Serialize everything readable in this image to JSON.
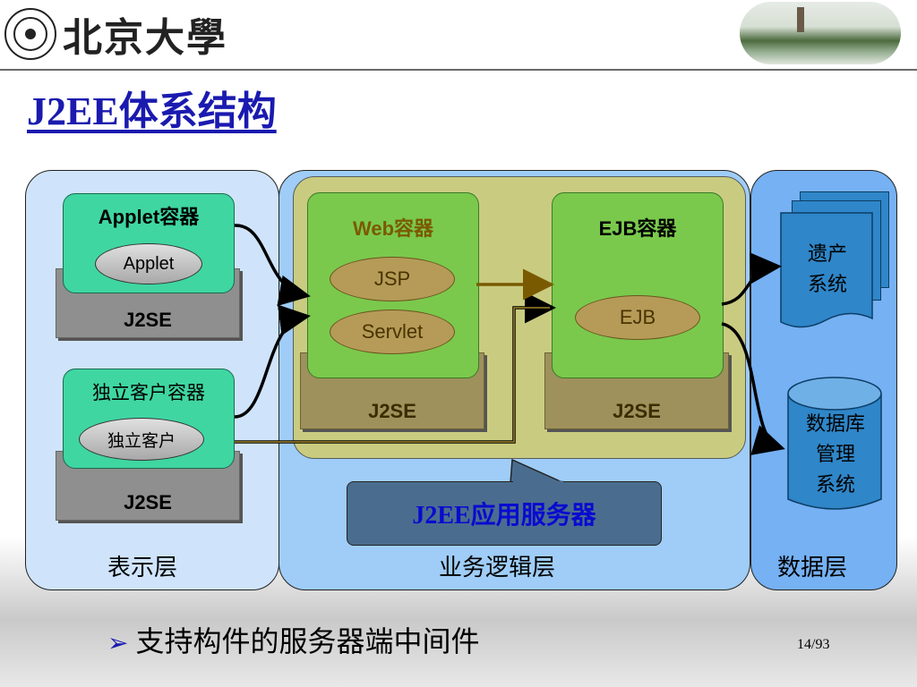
{
  "header": {
    "logo_text": "北京大學",
    "title": "J2EE体系结构"
  },
  "presentation": {
    "applet_container": "Applet容器",
    "applet": "Applet",
    "applet_j2se": "J2SE",
    "client_container": "独立客户容器",
    "client": "独立客户",
    "client_j2se": "J2SE",
    "layer_label": "表示层"
  },
  "business": {
    "web_container": "Web容器",
    "jsp": "JSP",
    "servlet": "Servlet",
    "web_j2se": "J2SE",
    "ejb_container": "EJB容器",
    "ejb": "EJB",
    "ejb_j2se": "J2SE",
    "server_callout": "J2EE应用服务器",
    "layer_label": "业务逻辑层"
  },
  "data": {
    "legacy_line1": "遗产",
    "legacy_line2": "系统",
    "dbms_line1": "数据库",
    "dbms_line2": "管理",
    "dbms_line3": "系统",
    "layer_label": "数据层"
  },
  "footer": {
    "bullet": "支持构件的服务器端中间件",
    "page": "14/93"
  },
  "colors": {
    "title": "#1a1ab0",
    "panel_light": "#cfe4fb",
    "panel_mid": "#9fcdf7",
    "panel_dark": "#75b1f3"
  }
}
